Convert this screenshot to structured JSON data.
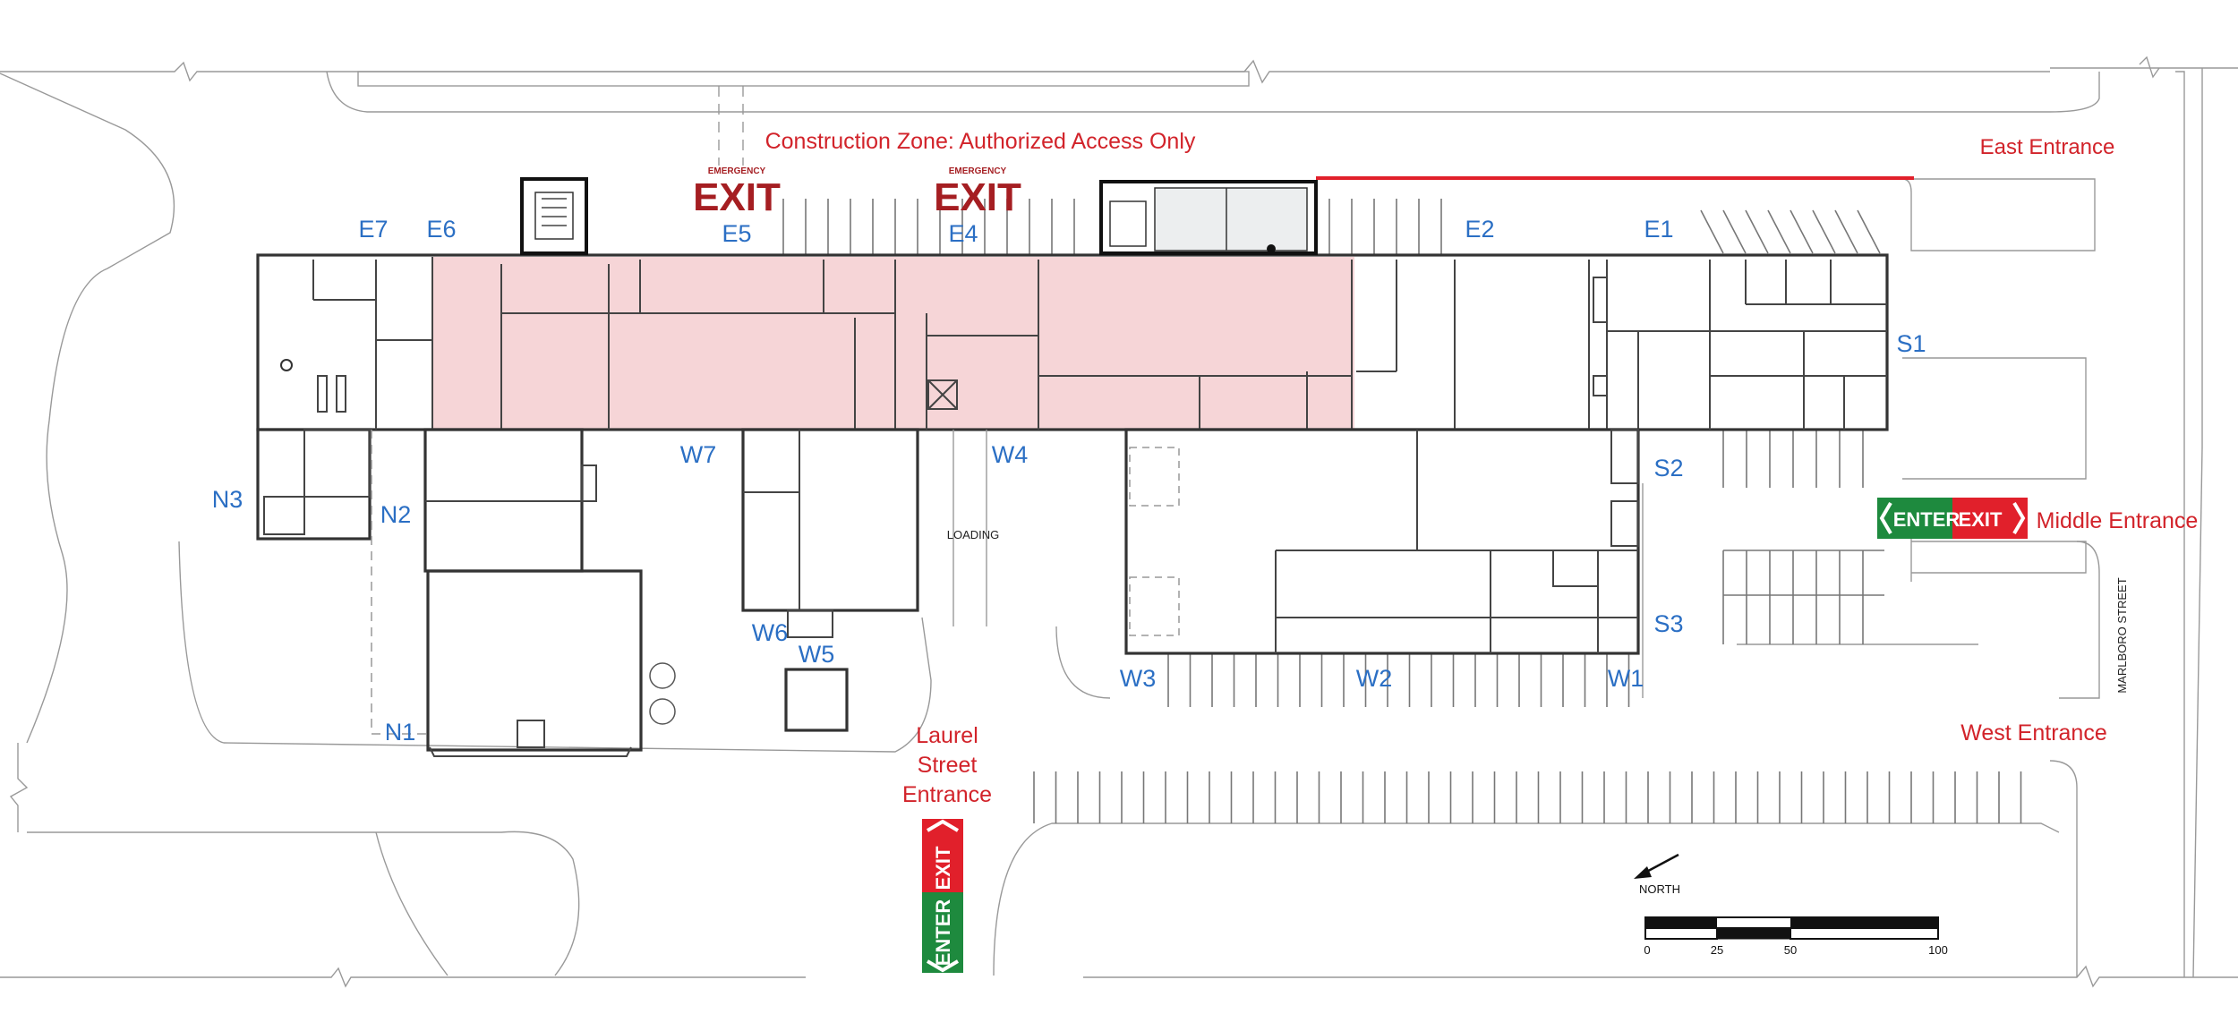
{
  "construction_notice": "Construction Zone: Authorized Access Only",
  "entrances": {
    "east": "East Entrance",
    "middle": "Middle Entrance",
    "west": "West Entrance",
    "laurel": [
      "Laurel",
      "Street",
      "Entrance"
    ]
  },
  "signs": {
    "emergency_small": "EMERGENCY",
    "exit": "EXIT",
    "enter": "ENTER",
    "loading": "LOADING"
  },
  "street": "MARLBORO STREET",
  "north_label": "NORTH",
  "scale_ticks": [
    "0",
    "25",
    "50",
    "100"
  ],
  "doors": {
    "E1": "E1",
    "E2": "E2",
    "E4": "E4",
    "E5": "E5",
    "E6": "E6",
    "E7": "E7",
    "S1": "S1",
    "S2": "S2",
    "S3": "S3",
    "W1": "W1",
    "W2": "W2",
    "W3": "W3",
    "W4": "W4",
    "W5": "W5",
    "W6": "W6",
    "W7": "W7",
    "N1": "N1",
    "N2": "N2",
    "N3": "N3"
  },
  "colors": {
    "label_red": "#d2232a",
    "door_blue": "#2b6fc4",
    "construction_fill": "#f6d5d7",
    "enter_green": "#1e8a3e",
    "exit_red": "#e1202b"
  }
}
